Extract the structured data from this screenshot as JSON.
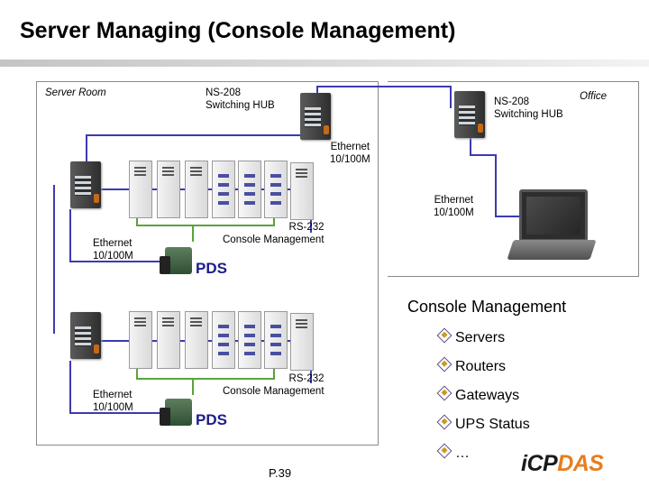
{
  "title": "Server Managing (Console Management)",
  "labels": {
    "server_room": "Server Room",
    "office": "Office",
    "hub_left": "NS-208\nSwitching HUB",
    "hub_right": "NS-208\nSwitching HUB",
    "ethernet_top": "Ethernet\n10/100M",
    "ethernet_laptop": "Ethernet\n10/100M",
    "ethernet_left_1": "Ethernet\n10/100M",
    "ethernet_left_2": "Ethernet\n10/100M",
    "rs232_1": "RS-232\nConsole Management",
    "rs232_2": "RS-232\nConsole Management",
    "pds_1": "PDS",
    "pds_2": "PDS"
  },
  "console": {
    "heading": "Console Management",
    "items": [
      "Servers",
      "Routers",
      "Gateways",
      "UPS Status",
      "…"
    ]
  },
  "page_number": "P.39",
  "logo": {
    "part1": "iCP",
    "part2": "DAS"
  },
  "colors": {
    "wire_blue": "#3b3bb0",
    "wire_green": "#5aa33a",
    "pds_text": "#1c1c8c",
    "logo_orange": "#e87d1e"
  }
}
